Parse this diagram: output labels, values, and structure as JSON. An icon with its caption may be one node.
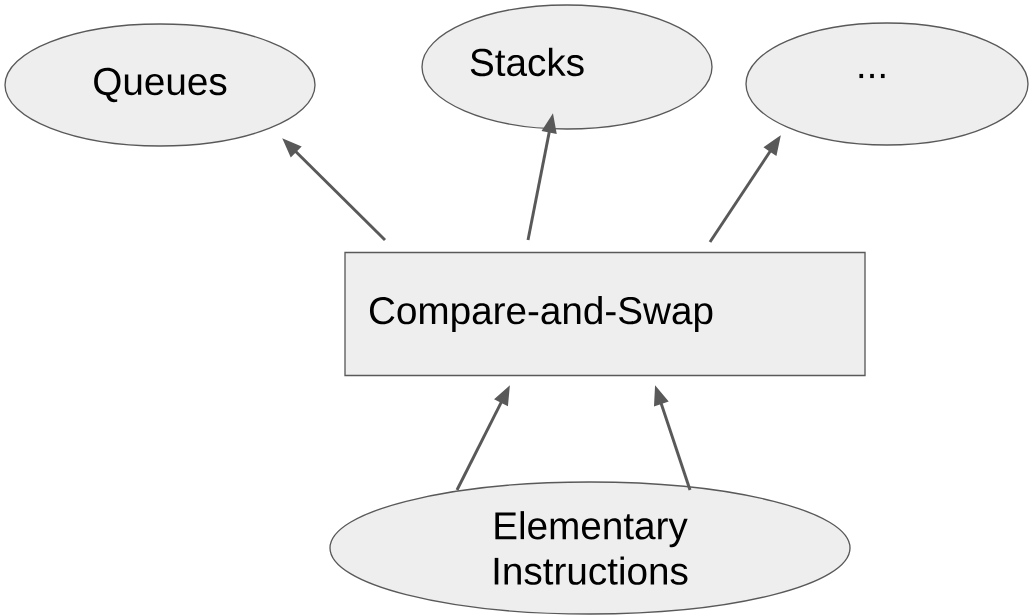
{
  "diagram": {
    "nodes": [
      {
        "text": [
          "Queues"
        ]
      },
      {
        "text": [
          "Stacks"
        ]
      },
      {
        "text": [
          "..."
        ]
      },
      {
        "text": [
          "Compare-and-Swap"
        ]
      },
      {
        "text": [
          "Elementary Instructions"
        ]
      }
    ],
    "edges": [
      {
        "from": 3,
        "to": 0,
        "arrow": "to"
      },
      {
        "from": 3,
        "to": 1,
        "arrow": "to"
      },
      {
        "from": 3,
        "to": 2,
        "arrow": "to"
      },
      {
        "from": 4,
        "to": 3,
        "arrow": "to"
      },
      {
        "from": 4,
        "to": 3,
        "arrow": "to"
      }
    ]
  }
}
